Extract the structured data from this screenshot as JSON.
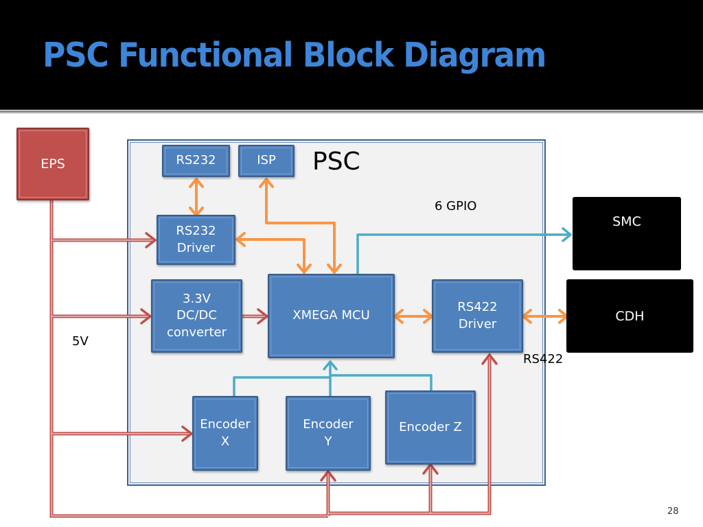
{
  "slide": {
    "title": "PSC Functional Block Diagram",
    "page_number": "28"
  },
  "colors": {
    "title_text": "#3d85d8",
    "block_fill": "#4f81bd",
    "power_line": "#c0504d",
    "serial_line": "#f79646",
    "gpio_line": "#4bacc6",
    "external_block": "#000000",
    "eps_block": "#c0504d"
  },
  "diagram": {
    "container_label": "PSC",
    "eps": {
      "label": "EPS"
    },
    "blocks": {
      "rs232": "RS232",
      "isp": "ISP",
      "rs232_driver": "RS232\nDriver",
      "dcdc": "3.3V\nDC/DC\nconverter",
      "mcu": "XMEGA MCU",
      "rs422_driver": "RS422\nDriver",
      "encoder_x": "Encoder\nX",
      "encoder_y": "Encoder\nY",
      "encoder_z": "Encoder Z"
    },
    "external": {
      "smc": "SMC",
      "cdh": "CDH"
    },
    "labels": {
      "gpio": "6 GPIO",
      "rs422": "RS422",
      "voltage": "5V"
    },
    "connections": [
      {
        "from": "EPS",
        "to": "RS232 Driver",
        "type": "power"
      },
      {
        "from": "EPS",
        "to": "3.3V DC/DC converter",
        "type": "power"
      },
      {
        "from": "EPS",
        "to": "Encoder X",
        "type": "power"
      },
      {
        "from": "EPS",
        "to": "Encoder Y",
        "type": "power"
      },
      {
        "from": "EPS",
        "to": "Encoder Z",
        "type": "power"
      },
      {
        "from": "EPS",
        "to": "RS422 Driver",
        "type": "power"
      },
      {
        "from": "3.3V DC/DC converter",
        "to": "XMEGA MCU",
        "type": "power"
      },
      {
        "from": "RS232",
        "to": "RS232 Driver",
        "type": "serial-bidirectional"
      },
      {
        "from": "RS232 Driver",
        "to": "XMEGA MCU",
        "type": "serial-bidirectional"
      },
      {
        "from": "ISP",
        "to": "XMEGA MCU",
        "type": "serial-bidirectional"
      },
      {
        "from": "XMEGA MCU",
        "to": "RS422 Driver",
        "type": "serial-bidirectional"
      },
      {
        "from": "RS422 Driver",
        "to": "CDH",
        "type": "serial-bidirectional"
      },
      {
        "from": "XMEGA MCU",
        "to": "SMC",
        "type": "gpio"
      },
      {
        "from": "Encoder X",
        "to": "XMEGA MCU",
        "type": "signal"
      },
      {
        "from": "Encoder Y",
        "to": "XMEGA MCU",
        "type": "signal"
      },
      {
        "from": "Encoder Z",
        "to": "XMEGA MCU",
        "type": "signal"
      }
    ]
  }
}
